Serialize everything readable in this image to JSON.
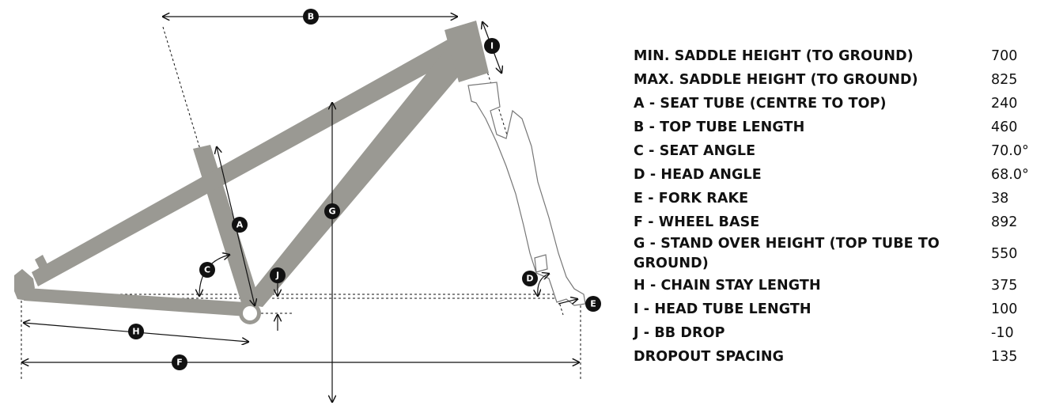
{
  "diagram": {
    "badges": {
      "a": "A",
      "b": "B",
      "c": "C",
      "d": "D",
      "e": "E",
      "f": "F",
      "g": "G",
      "h": "H",
      "i": "I",
      "j": "J"
    }
  },
  "specs": [
    {
      "label": "MIN. SADDLE HEIGHT (TO GROUND)",
      "value": "700"
    },
    {
      "label": "MAX. SADDLE HEIGHT (TO GROUND)",
      "value": "825"
    },
    {
      "label": "A - SEAT TUBE (CENTRE TO TOP)",
      "value": "240"
    },
    {
      "label": "B - TOP TUBE LENGTH",
      "value": "460"
    },
    {
      "label": "C - SEAT ANGLE",
      "value": "70.0°"
    },
    {
      "label": "D - HEAD ANGLE",
      "value": "68.0°"
    },
    {
      "label": "E - FORK RAKE",
      "value": "38"
    },
    {
      "label": "F - WHEEL BASE",
      "value": "892"
    },
    {
      "label": "G - STAND OVER HEIGHT (TOP TUBE TO GROUND)",
      "value": "550"
    },
    {
      "label": "H - CHAIN STAY LENGTH",
      "value": "375"
    },
    {
      "label": "I - HEAD TUBE LENGTH",
      "value": "100"
    },
    {
      "label": "J - BB DROP",
      "value": "-10"
    },
    {
      "label": "DROPOUT SPACING",
      "value": "135"
    }
  ]
}
